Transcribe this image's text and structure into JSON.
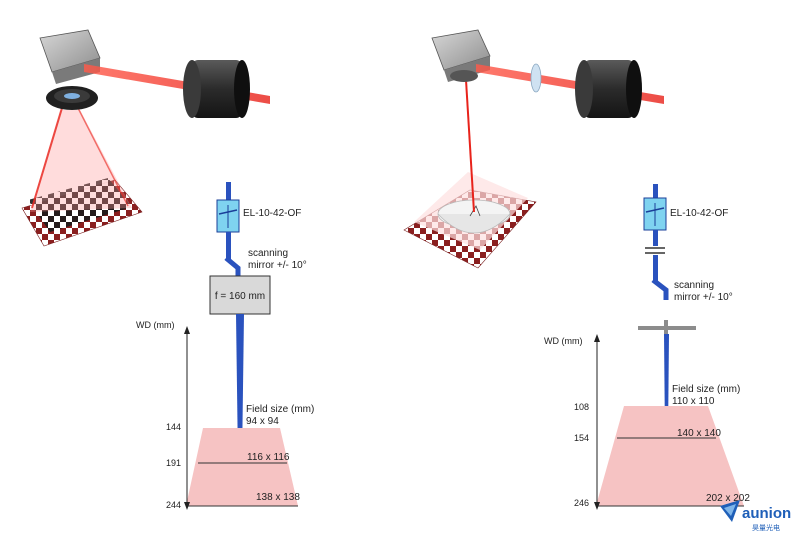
{
  "left_setup": {
    "lens_label": "EL-10-42-OF",
    "mirror_label_line1": "scanning",
    "mirror_label_line2": "mirror +/- 10°",
    "objective_label": "f = 160 mm",
    "wd_label": "WD (mm)",
    "field_label": "Field size (mm)",
    "wd_ticks": [
      "144",
      "191",
      "244"
    ],
    "field_sizes": [
      "94 x 94",
      "116 x 116",
      "138 x 138"
    ]
  },
  "right_setup": {
    "lens_label": "EL-10-42-OF",
    "mirror_label_line1": "scanning",
    "mirror_label_line2": "mirror +/- 10°",
    "wd_label": "WD (mm)",
    "field_label": "Field size (mm)",
    "wd_ticks": [
      "108",
      "154",
      "246"
    ],
    "field_sizes": [
      "110 x 110",
      "140 x 140",
      "202 x 202"
    ]
  },
  "logo": {
    "name": "aunion",
    "sub": "昊量光电",
    "color": "#1f5fb8"
  },
  "colors": {
    "beam_blue": "#2a52be",
    "laser_red": "#e8231b",
    "field_pink": "#f6c3c3",
    "lens_cyan": "#7fd3f0"
  }
}
